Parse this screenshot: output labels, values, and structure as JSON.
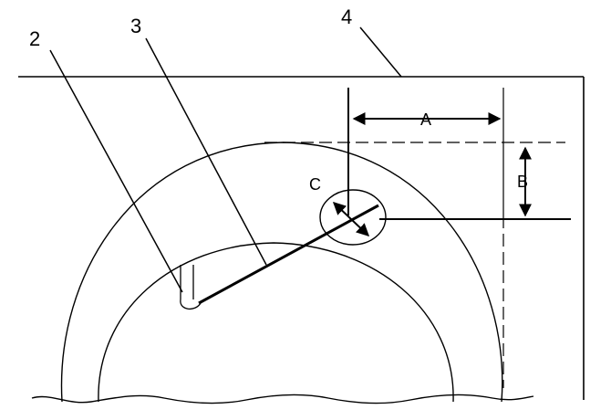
{
  "callouts": {
    "part_2": "2",
    "part_3": "3",
    "part_4": "4"
  },
  "dimensions": {
    "a": "A",
    "b": "B",
    "c": "C"
  },
  "colors": {
    "line": "#000000",
    "background": "#ffffff"
  }
}
